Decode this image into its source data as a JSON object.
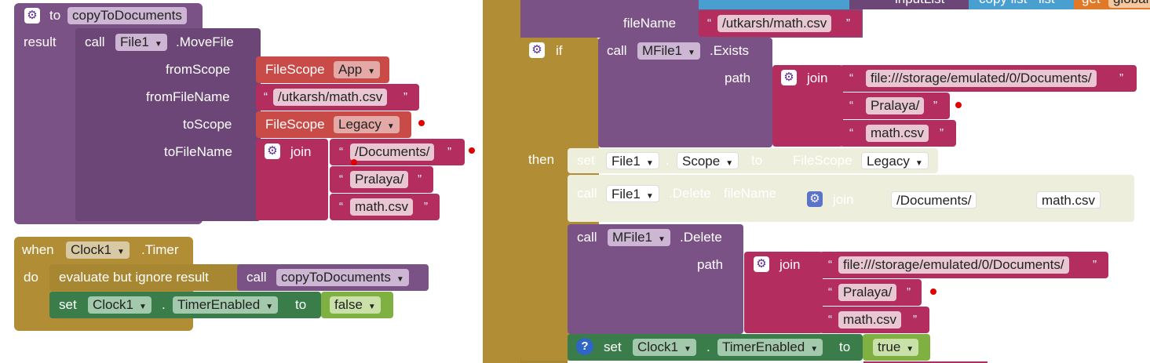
{
  "proc": {
    "to": "to",
    "name": "copyToDocuments",
    "result": "result"
  },
  "move": {
    "call": "call",
    "component": "File1",
    "method": ".MoveFile",
    "fromScope_lbl": "fromScope",
    "fromFileName_lbl": "fromFileName",
    "toScope_lbl": "toScope",
    "toFileName_lbl": "toFileName",
    "filescope": "FileScope",
    "app": "App",
    "legacy": "Legacy",
    "fromFile": "/utkarsh/math.csv",
    "join": "join",
    "docs": "/Documents/",
    "pralaya": "Pralaya/",
    "mathcsv": "math.csv"
  },
  "clock": {
    "when": "when",
    "component": "Clock1",
    "event": ".Timer",
    "do": "do",
    "evaluate": "evaluate but ignore result",
    "call": "call",
    "proc": "copyToDocuments",
    "set": "set",
    "prop": "TimerEnabled",
    "to": "to",
    "false": "false"
  },
  "right": {
    "top_partial": [
      "inputList",
      "copy list",
      "list",
      "get",
      "global"
    ],
    "fileName_lbl": "fileName",
    "fileName_val": "/utkarsh/math.csv",
    "if": "if",
    "call": "call",
    "mfile": "MFile1",
    "exists": ".Exists",
    "path": "path",
    "join": "join",
    "storage": "file:///storage/emulated/0/Documents/",
    "pralaya": "Pralaya/",
    "mathcsv": "math.csv",
    "then": "then",
    "set": "set",
    "file1": "File1",
    "scope_prop": "Scope",
    "to": "to",
    "filescope": "FileScope",
    "legacy": "Legacy",
    "delete": ".Delete",
    "fileName": "fileName",
    "docs": "/Documents/",
    "clock": "Clock1",
    "timer": "TimerEnabled",
    "true": "true"
  },
  "colors": {
    "procedure": "#7b5285",
    "text": "#b32d5e",
    "event": "#b18e35",
    "setter": "#3a7c4a",
    "logic": "#7fb142"
  }
}
